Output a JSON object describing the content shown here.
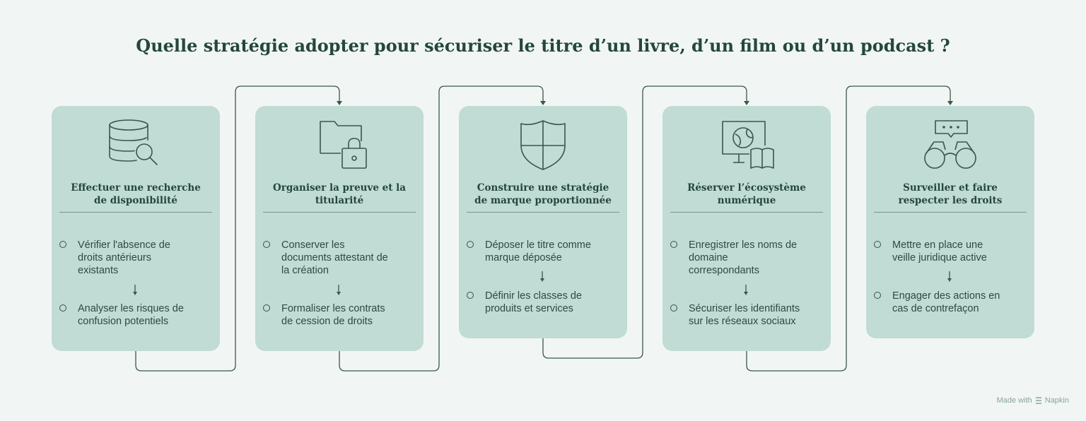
{
  "title": "Quelle stratégie adopter pour sécuriser le titre d’un livre, d’un film ou d’un podcast ?",
  "steps": [
    {
      "icon": "database-search-icon",
      "heading": [
        "Effectuer une recherche",
        "de disponibilité"
      ],
      "items": [
        [
          "Vérifier l'absence de",
          "droits antérieurs",
          "existants"
        ],
        [
          "Analyser les risques de",
          "confusion potentiels"
        ]
      ]
    },
    {
      "icon": "folder-lock-icon",
      "heading": [
        "Organiser la preuve et la",
        "titularité"
      ],
      "items": [
        [
          "Conserver les",
          "documents attestant de",
          "la création"
        ],
        [
          "Formaliser les contrats",
          "de cession de droits"
        ]
      ]
    },
    {
      "icon": "shield-icon",
      "heading": [
        "Construire une stratégie",
        "de marque proportionnée"
      ],
      "items": [
        [
          "Déposer le titre comme",
          "marque déposée"
        ],
        [
          "Définir les classes de",
          "produits et services"
        ]
      ]
    },
    {
      "icon": "monitor-globe-book-icon",
      "heading": [
        "Réserver l’écosystème",
        "numérique"
      ],
      "items": [
        [
          "Enregistrer les noms de",
          "domaine",
          "correspondants"
        ],
        [
          "Sécuriser les identifiants",
          "sur les réseaux sociaux"
        ]
      ]
    },
    {
      "icon": "binoculars-chat-icon",
      "heading": [
        "Surveiller et faire",
        "respecter les droits"
      ],
      "items": [
        [
          "Mettre en place une",
          "veille juridique active"
        ],
        [
          "Engager des actions en",
          "cas de contrefaçon"
        ]
      ]
    }
  ],
  "footer": {
    "made_with": "Made with",
    "brand": "Napkin"
  },
  "colors": {
    "background": "#f1f6f4",
    "card": "#c1dbd5",
    "text": "#24473c",
    "line": "#355248"
  }
}
